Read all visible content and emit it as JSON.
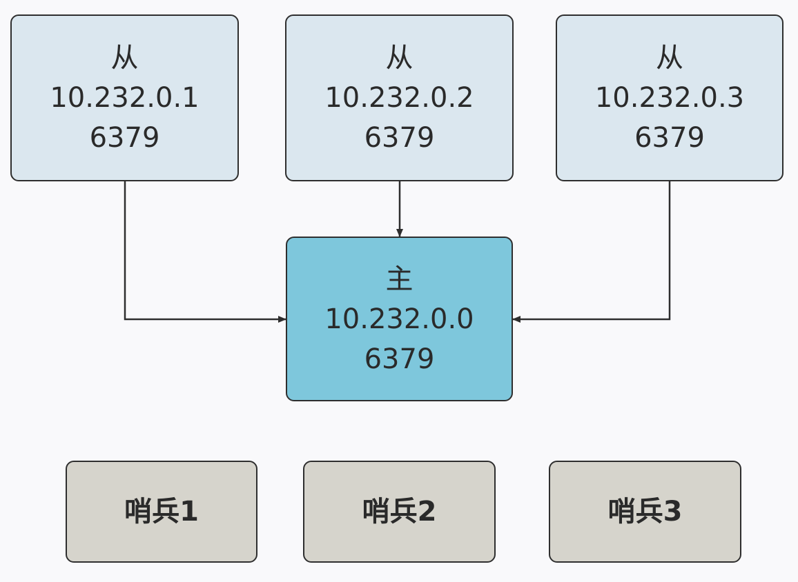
{
  "slaves": [
    {
      "role": "从",
      "ip": "10.232.0.1",
      "port": "6379"
    },
    {
      "role": "从",
      "ip": "10.232.0.2",
      "port": "6379"
    },
    {
      "role": "从",
      "ip": "10.232.0.3",
      "port": "6379"
    }
  ],
  "master": {
    "role": "主",
    "ip": "10.232.0.0",
    "port": "6379"
  },
  "sentinels": [
    "哨兵1",
    "哨兵2",
    "哨兵3"
  ],
  "colors": {
    "slave_fill": "#dbe7ef",
    "master_fill": "#7ec7dc",
    "sentinel_fill": "#d6d4cc",
    "border": "#2e2e2e",
    "arrow": "#2e2e2e",
    "background": "#f9f9fb"
  }
}
